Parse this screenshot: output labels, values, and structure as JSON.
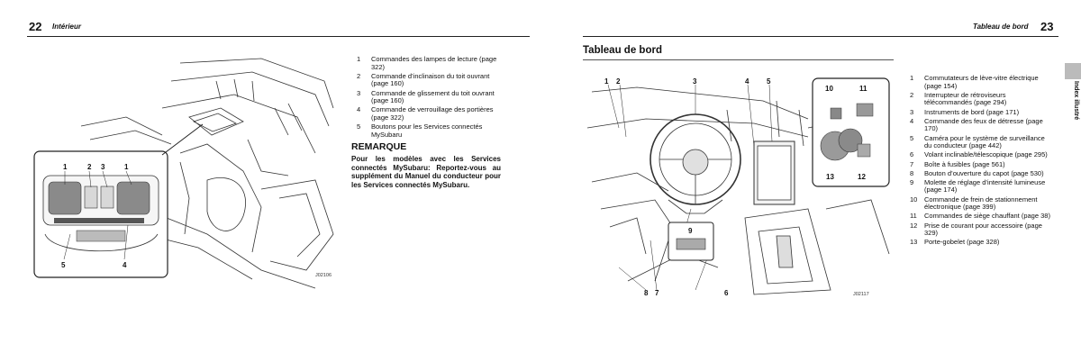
{
  "left_page": {
    "page_number": "22",
    "section_header": "Intérieur",
    "figure_code": "J02106",
    "callouts": {
      "inset_top": [
        "1",
        "2",
        "3",
        "1"
      ],
      "inset_bottom": [
        "5",
        "4"
      ]
    },
    "list": [
      {
        "n": "1",
        "text": "Commandes des lampes de lecture (page 322)"
      },
      {
        "n": "2",
        "text": "Commande d’inclinaison du toit ouvrant (page 160)"
      },
      {
        "n": "3",
        "text": "Commande de glissement du toit ouvrant (page 160)"
      },
      {
        "n": "4",
        "text": "Commande de verrouillage des portières (page 322)"
      },
      {
        "n": "5",
        "text": "Boutons pour les Services connectés MySubaru"
      }
    ],
    "remark_title": "REMARQUE",
    "remark_body": "Pour les modèles avec les Services connectés MySubaru: Reportez-vous au supplément du Manuel du conducteur pour les Services connectés MySubaru."
  },
  "right_page": {
    "page_number": "23",
    "section_header": "Tableau de bord",
    "title": "Tableau de bord",
    "side_tab": "Index illustré",
    "figure_code": "J02117",
    "callouts": {
      "top": [
        "1",
        "2",
        "3",
        "4",
        "5"
      ],
      "inset": [
        "10",
        "11",
        "13",
        "12"
      ],
      "middle": "9",
      "bottom": [
        "8",
        "7",
        "6"
      ]
    },
    "list": [
      {
        "n": "1",
        "text": "Commutateurs de lève-vitre électrique (page 154)"
      },
      {
        "n": "2",
        "text": "Interrupteur de rétroviseurs télécommandés (page 294)"
      },
      {
        "n": "3",
        "text": "Instruments de bord (page 171)"
      },
      {
        "n": "4",
        "text": "Commande des feux de détresse (page 170)"
      },
      {
        "n": "5",
        "text": "Caméra pour le système de surveillance du conducteur (page 442)"
      },
      {
        "n": "6",
        "text": "Volant inclinable/télescopique (page 295)"
      },
      {
        "n": "7",
        "text": "Boîte à fusibles (page 561)"
      },
      {
        "n": "8",
        "text": "Bouton d’ouverture du capot (page 530)"
      },
      {
        "n": "9",
        "text": "Molette de réglage d’intensité lumineuse (page 174)"
      },
      {
        "n": "10",
        "text": "Commande de frein de stationnement électronique (page 399)"
      },
      {
        "n": "11",
        "text": "Commandes de siège chauffant (page 38)"
      },
      {
        "n": "12",
        "text": "Prise de courant pour accessoire (page 329)"
      },
      {
        "n": "13",
        "text": "Porte-gobelet (page 328)"
      }
    ]
  }
}
